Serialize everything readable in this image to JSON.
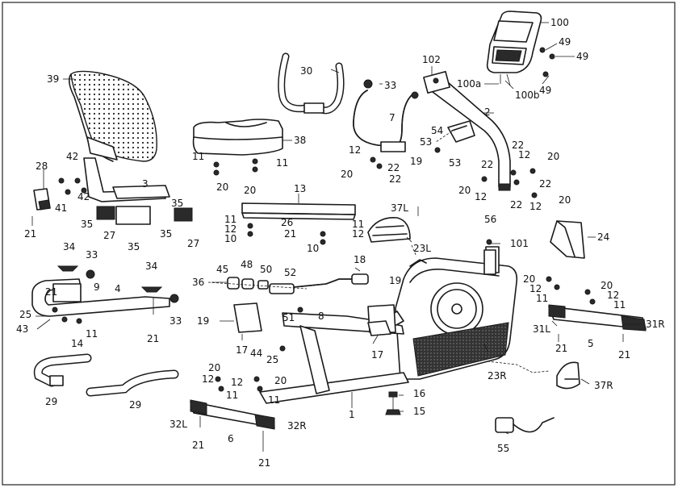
{
  "labels": {
    "l100": "100",
    "l49a": "49",
    "l49b": "49",
    "l49c": "49",
    "l100a": "100a",
    "l100b": "100b",
    "l102": "102",
    "l33a": "33",
    "l2": "2",
    "l7": "7",
    "l54": "54",
    "l53a": "53",
    "l53b": "53",
    "l19a": "19",
    "l12a": "12",
    "l22a": "22",
    "l20a": "20",
    "l22b": "22",
    "l30": "30",
    "l39": "39",
    "l38": "38",
    "l11a": "11",
    "l11b": "11",
    "l20b": "20",
    "l20c": "20",
    "l28": "28",
    "l42a": "42",
    "l42b": "42",
    "l41": "41",
    "l3": "3",
    "l35a": "35",
    "l35b": "35",
    "l35c": "35",
    "l35d": "35",
    "l27a": "27",
    "l27b": "27",
    "l21a": "21",
    "l13": "13",
    "l11c": "11",
    "l12b": "12",
    "l10a": "10",
    "l26": "26",
    "l21b": "21",
    "l11d": "11",
    "l12c": "12",
    "l10b": "10",
    "l37L": "37L",
    "l23L": "23L",
    "l101": "101",
    "l24": "24",
    "l22c": "22",
    "l12d": "12",
    "l20d": "20",
    "l22d": "22",
    "l12e": "12",
    "l20e": "20",
    "l22e": "22",
    "l12f": "12",
    "l20f": "20",
    "l56": "56",
    "l34a": "34",
    "l33b": "33",
    "l9": "9",
    "l21c": "21",
    "l4": "4",
    "l25a": "25",
    "l43": "43",
    "l14": "14",
    "l11e": "11",
    "l34b": "34",
    "l33c": "33",
    "l21d": "21",
    "l45": "45",
    "l48": "48",
    "l50": "50",
    "l52": "52",
    "l18": "18",
    "l36": "36",
    "l51": "51",
    "l8": "8",
    "l19b": "19",
    "l19c": "19",
    "l17a": "17",
    "l17b": "17",
    "l44": "44",
    "l25b": "25",
    "l16": "16",
    "l15": "15",
    "l1": "1",
    "l23R": "23R",
    "l37R": "37R",
    "l55": "55",
    "l20g": "20",
    "l12g": "12",
    "l11f": "11",
    "l20h": "20",
    "l12h": "12",
    "l11g": "11",
    "l31L": "31L",
    "l31R": "31R",
    "l5": "5",
    "l21e": "21",
    "l21f": "21",
    "l29a": "29",
    "l29b": "29",
    "l20i": "20",
    "l12i": "12",
    "l11h": "11",
    "l20j": "20",
    "l12j": "12",
    "l11i": "11",
    "l32L": "32L",
    "l32R": "32R",
    "l6": "6",
    "l21g": "21",
    "l21h": "21"
  }
}
